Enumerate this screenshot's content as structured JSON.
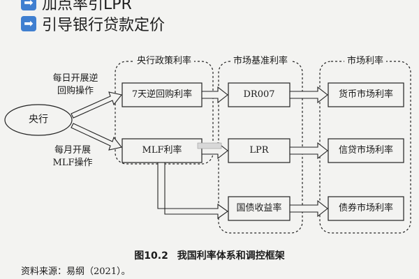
{
  "header": {
    "line1": "加点率引LPR",
    "line2": "引导银行贷款定价",
    "arrow_glyph": "➡"
  },
  "groups": {
    "central_policy": "央行政策利率",
    "market_base": "市场基准利率",
    "market_rate": "市场利率"
  },
  "nodes": {
    "central_bank": "央行",
    "reverse_repo_7d": "7天逆回购利率",
    "mlf_rate": "MLF利率",
    "dr007": "DR007",
    "lpr": "LPR",
    "treasury_yield": "国债收益率",
    "money_market": "货币市场利率",
    "credit_market": "信贷市场利率",
    "bond_market": "债券市场利率"
  },
  "edge_labels": {
    "daily_op_line1": "每日开展逆",
    "daily_op_line2": "回购操作",
    "monthly_op_line1": "每月开展",
    "monthly_op_line2": "MLF操作"
  },
  "caption": {
    "figure_no": "图10.2",
    "title": "我国利率体系和调控框架"
  },
  "source": "资料来源：易纲（2021）。",
  "colors": {
    "badge": "#3f7fd0",
    "stroke": "#222222",
    "background": "#f3f3f1"
  }
}
